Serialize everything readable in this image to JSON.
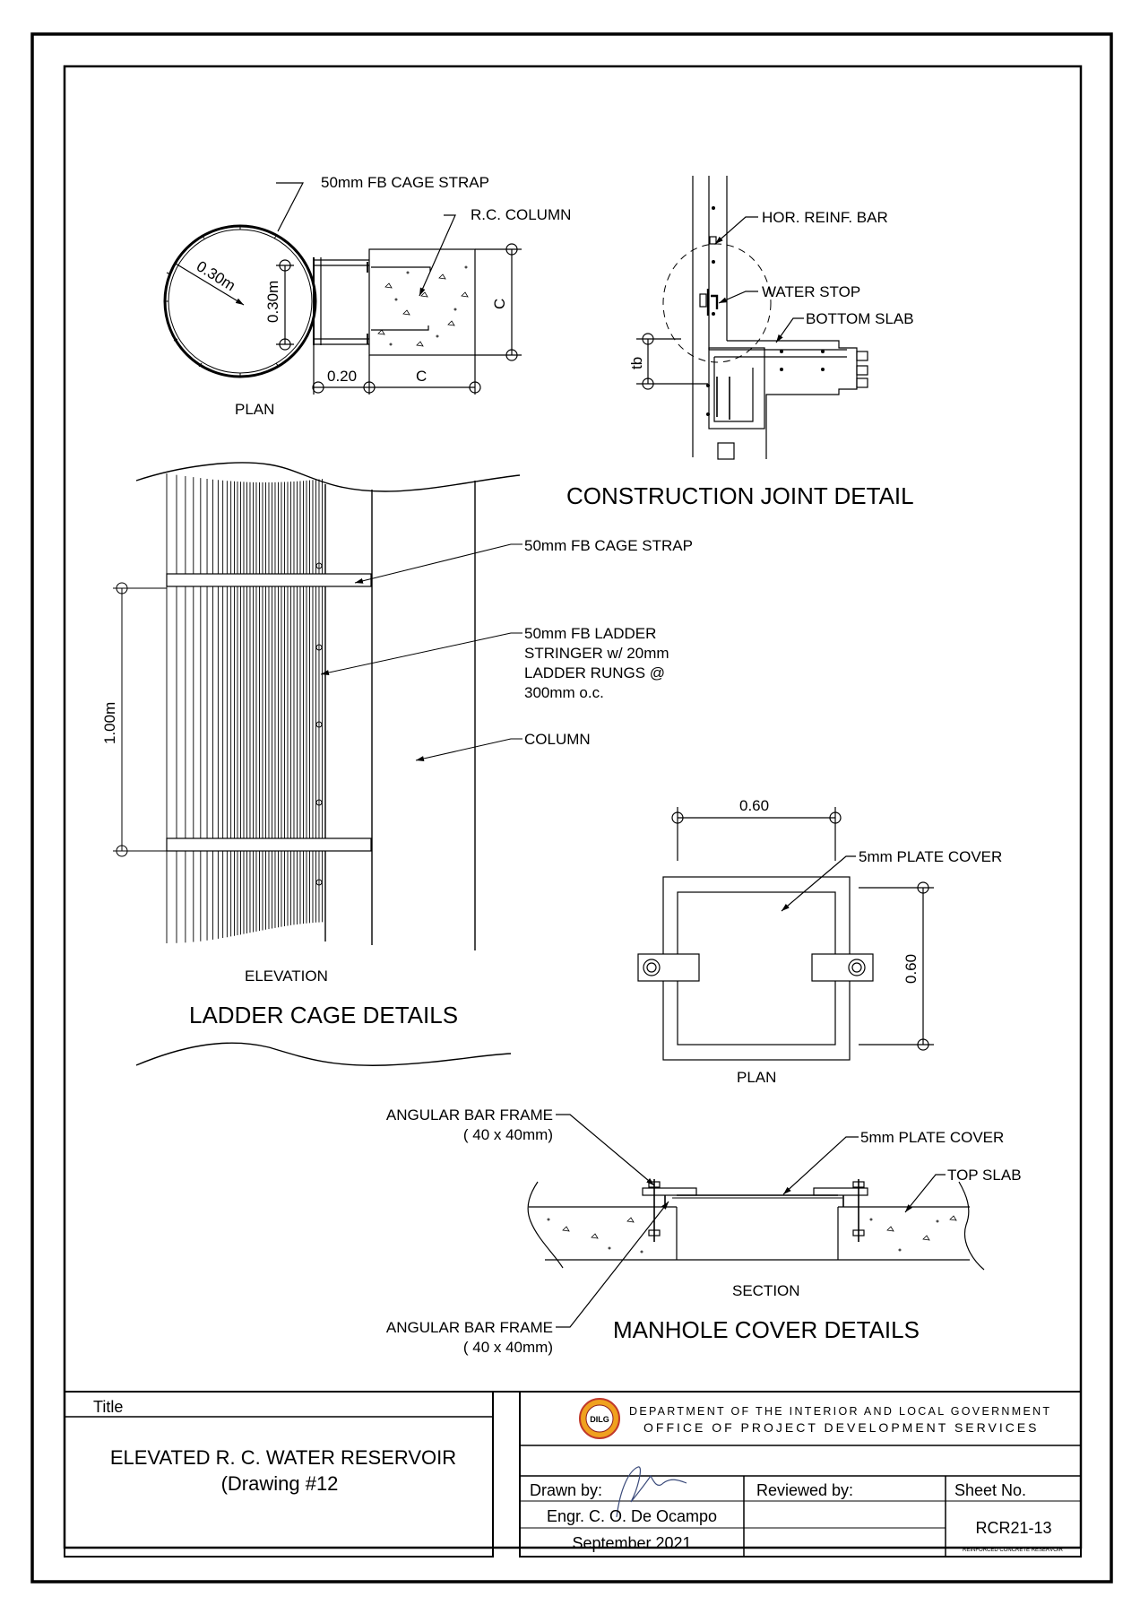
{
  "ladder_cage": {
    "plan": {
      "cage_strap": "50mm FB CAGE STRAP",
      "rc_column": "R.C. COLUMN",
      "radius": "0.30m",
      "offset_vertical": "0.30m",
      "dim_020": "0.20",
      "dim_c_horizontal": "C",
      "dim_c_vertical": "C",
      "caption": "PLAN"
    },
    "elevation": {
      "cage_strap": "50mm FB CAGE STRAP",
      "stringer_lines": [
        "50mm FB LADDER",
        "STRINGER w/ 20mm",
        "LADDER RUNGS @",
        "300mm o.c."
      ],
      "column": "COLUMN",
      "height": "1.00m",
      "caption": "ELEVATION"
    },
    "title": "LADDER CAGE DETAILS"
  },
  "construction_joint": {
    "hor_reinf_bar": "HOR. REINF. BAR",
    "water_stop": "WATER STOP",
    "bottom_slab": "BOTTOM SLAB",
    "tb": "tb",
    "title": "CONSTRUCTION JOINT DETAIL"
  },
  "manhole": {
    "plan": {
      "width": "0.60",
      "height": "0.60",
      "plate_cover": "5mm PLATE COVER",
      "caption": "PLAN"
    },
    "section": {
      "frame_top": [
        "ANGULAR BAR FRAME",
        "( 40 x 40mm)"
      ],
      "plate_cover": "5mm PLATE COVER",
      "top_slab": "TOP SLAB",
      "caption": "SECTION",
      "frame_bottom": [
        "ANGULAR BAR FRAME",
        "( 40 x 40mm)"
      ]
    },
    "title": "MANHOLE COVER DETAILS"
  },
  "title_block": {
    "title_label": "Title",
    "drawing_title": "ELEVATED R. C. WATER RESERVOIR",
    "drawing_number": "(Drawing #12",
    "logo_text": "DILG",
    "department": "DEPARTMENT OF THE INTERIOR AND LOCAL GOVERNMENT",
    "office": "OFFICE OF PROJECT DEVELOPMENT SERVICES",
    "drawn_by_label": "Drawn by:",
    "drawn_by_name": "Engr. C. O. De Ocampo",
    "date": "September 2021",
    "reviewed_by_label": "Reviewed by:",
    "sheet_no_label": "Sheet No.",
    "sheet_no": "RCR21-13",
    "sheet_subtitle": "REINFORCED CONCRETE RESERVOIR"
  }
}
